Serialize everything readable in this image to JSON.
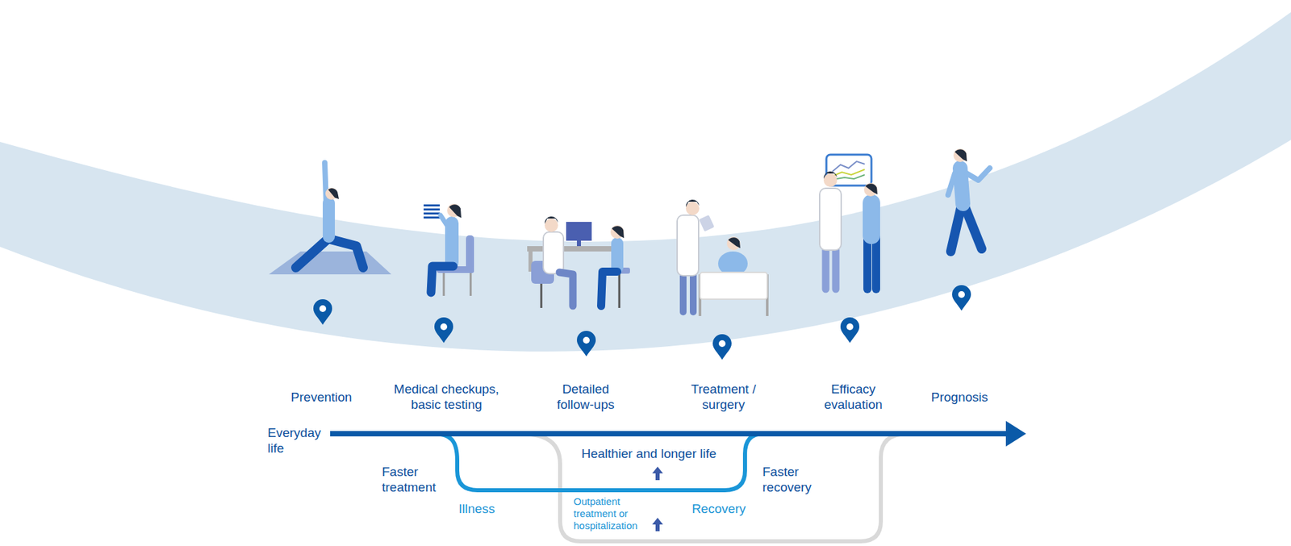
{
  "diagram": {
    "labels": [
      "Prevention",
      "Medical checkups, basic testing",
      "Detailed follow-ups",
      "Treatment / surgery",
      "Efficacy evaluation",
      "Prognosis",
      "Everyday life",
      "Healthier and longer life",
      "Faster treatment",
      "Faster recovery",
      "Illness",
      "Outpatient treatment or hospitalization",
      "Recovery"
    ]
  }
}
